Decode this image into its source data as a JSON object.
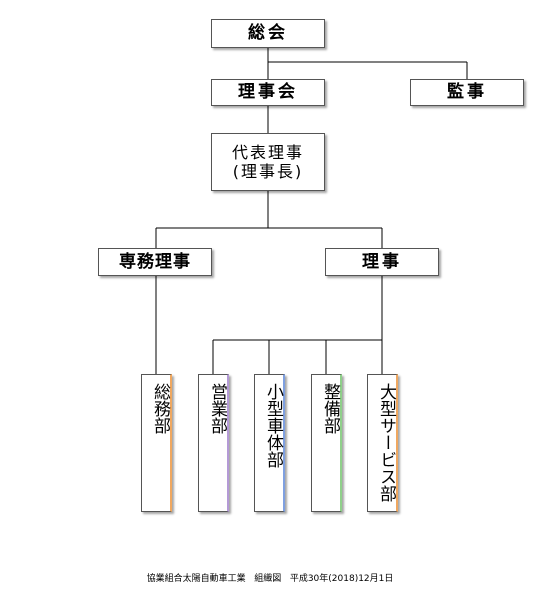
{
  "nodes": {
    "general_meeting": "総会",
    "board": "理事会",
    "auditor": "監事",
    "representative_line1": "代表理事",
    "representative_line2": "(理事長)",
    "managing_director": "専務理事",
    "director": "理事"
  },
  "departments": [
    {
      "label": "総務部",
      "accent": "#f0a860"
    },
    {
      "label": "営業部",
      "accent": "#b49ad6"
    },
    {
      "label": "小型車体部",
      "accent": "#7fa0e0"
    },
    {
      "label": "整備部",
      "accent": "#8fd08a"
    },
    {
      "label": "大型サービス部",
      "accent": "#f0a860"
    }
  ],
  "footer": {
    "company": "協業組合太陽自動車工業",
    "doc": "組織図",
    "date": "平成30年(2018)12月1日"
  }
}
